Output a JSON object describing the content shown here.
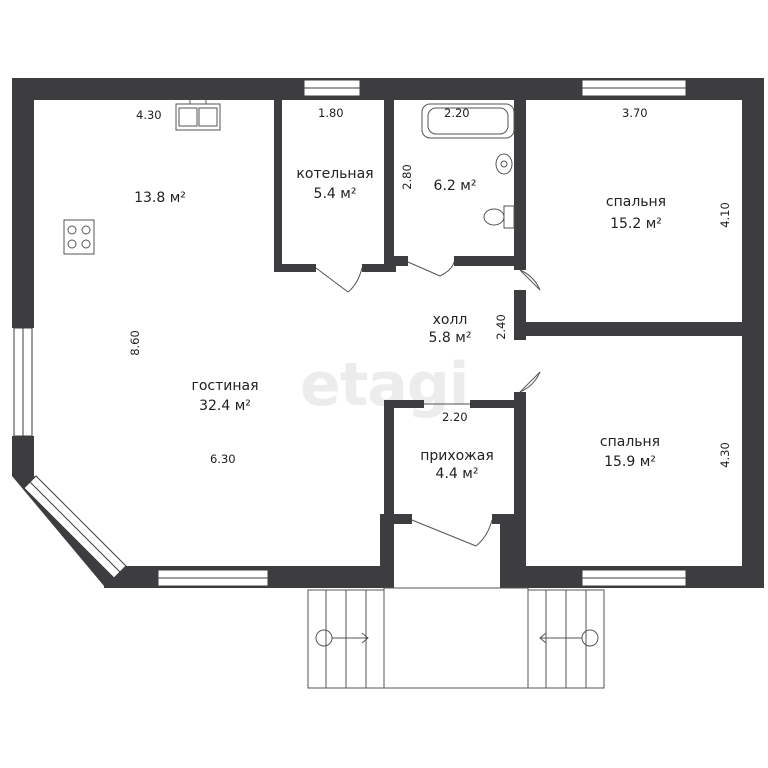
{
  "watermark": "etagi",
  "rooms": {
    "kitchen": {
      "area": "13.8 м²"
    },
    "boiler": {
      "name": "котельная",
      "area": "5.4 м²"
    },
    "bath": {
      "area": "6.2 м²"
    },
    "bedroom1": {
      "name": "спальня",
      "area": "15.2 м²"
    },
    "hall": {
      "name": "холл",
      "area": "5.8 м²"
    },
    "living": {
      "name": "гостиная",
      "area": "32.4 м²"
    },
    "entry": {
      "name": "прихожая",
      "area": "4.4 м²"
    },
    "bedroom2": {
      "name": "спальня",
      "area": "15.9 м²"
    }
  },
  "dimensions": {
    "kitchen_width": "4.30",
    "boiler_width": "1.80",
    "bath_width": "2.20",
    "bath_depth": "2.80",
    "bed1_width": "3.70",
    "bed1_depth": "4.10",
    "living_depth": "8.60",
    "hall_depth": "2.40",
    "entry_width": "2.20",
    "living_width": "6.30",
    "bed2_depth": "4.30"
  },
  "colors": {
    "wall": "#3d3d3f",
    "window": "#ffffff",
    "fixture_line": "#555555"
  }
}
